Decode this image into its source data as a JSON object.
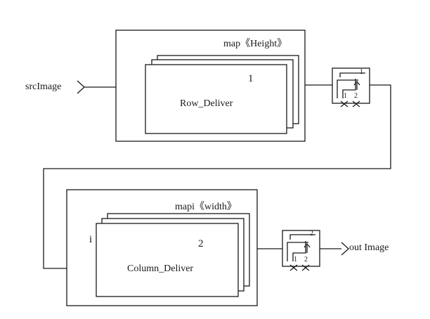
{
  "inputs": {
    "src_label": "srcImage"
  },
  "outputs": {
    "out_label": "out Image"
  },
  "block_top": {
    "map_label": "map《Height》",
    "number": "1",
    "name": "Row_Deliver"
  },
  "block_bottom": {
    "map_label": "mapi《width》",
    "index_label": "i",
    "number": "2",
    "name": "Column_Deliver"
  },
  "switch_top": {
    "labels": [
      "1",
      "1",
      "2"
    ]
  },
  "switch_bottom": {
    "labels": [
      "2",
      "1",
      "2"
    ]
  },
  "colors": {
    "stroke": "#1a1a1a",
    "background": "#ffffff"
  }
}
